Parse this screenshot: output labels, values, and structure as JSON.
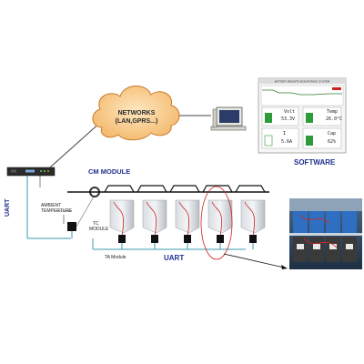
{
  "cloud": {
    "line1": "NETWORKS",
    "line2": "(LAN,GPRS...)"
  },
  "labels": {
    "cm_module": "CM MODULE",
    "software": "SOFTWARE",
    "uart_left": "UART",
    "uart_bottom": "UART",
    "ambient1": "AMBIENT",
    "ambient2": "TEMPERTURE",
    "tc1": "TC",
    "tc2": "MODULE",
    "ta": "TA Module"
  },
  "software_panel": {
    "header": "BATTERY REMOTE MONITORING SYSTEM",
    "tiles": [
      {
        "label": "Volt",
        "value": "53.3V"
      },
      {
        "label": "Temp",
        "value": "26.0°C"
      },
      {
        "label": "I",
        "value": "5.6A"
      },
      {
        "label": "Cap",
        "value": "62%"
      }
    ]
  },
  "colors": {
    "accent_blue": "#1f2f8f",
    "wire_teal": "#3b9ab2",
    "sensor_red": "#cc2222",
    "tile_green": "#2e9b3a"
  },
  "batteries": 5,
  "ta_modules": 5
}
